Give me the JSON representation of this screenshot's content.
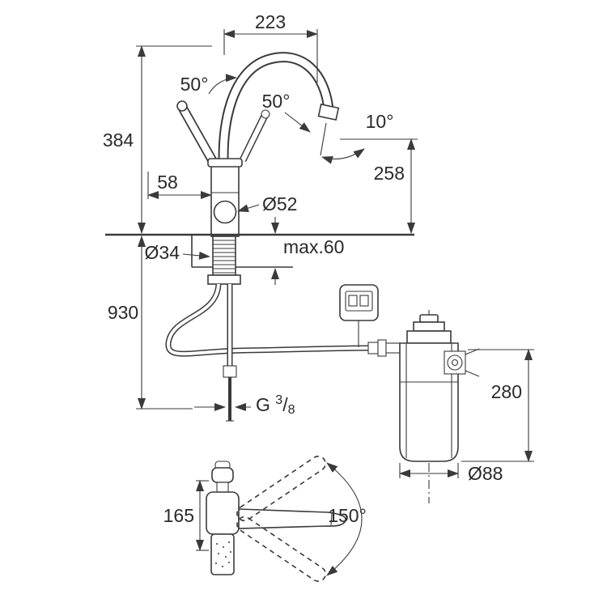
{
  "colors": {
    "line": "#3a3a3a",
    "text": "#2a2a2a",
    "background": "#ffffff"
  },
  "dims": {
    "spout_reach": "223",
    "handle_angle_left": "50°",
    "handle_angle_right": "50°",
    "outlet_angle": "10°",
    "height_above_deck": "384",
    "handle_offset": "58",
    "outlet_height": "258",
    "body_diameter": "Ø52",
    "shank_diameter": "Ø34",
    "deck_thickness": "max.60",
    "hose_length": "930",
    "filter_height": "280",
    "thread_prefix": "G ",
    "thread_numerator": "3",
    "thread_slash": "/",
    "thread_denominator": "8",
    "filter_diameter": "Ø88",
    "base_height": "165",
    "swivel_angle": "150°"
  }
}
